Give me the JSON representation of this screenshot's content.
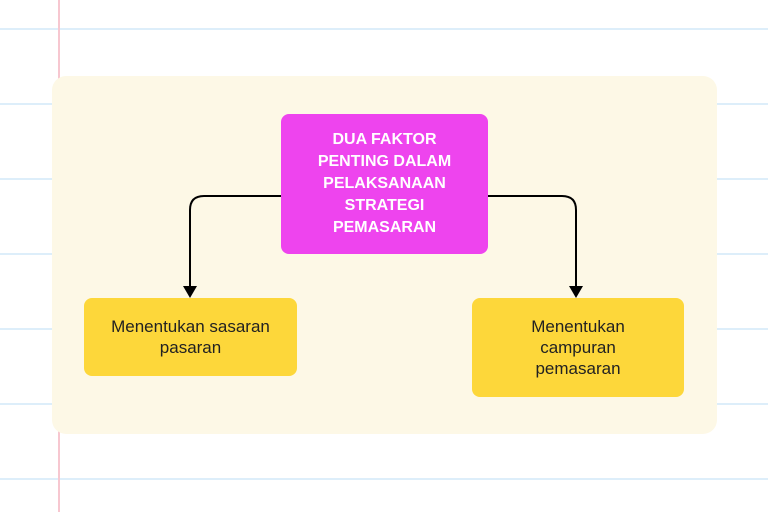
{
  "diagram": {
    "root": {
      "label": "DUA FAKTOR PENTING DALAM PELAKSANAAN STRATEGI PEMASARAN",
      "color": "#ee44ee"
    },
    "children": [
      {
        "label": "Menentukan sasaran pasaran",
        "color": "#fdd73a"
      },
      {
        "label": "Menentukan campuran pemasaran",
        "color": "#fdd73a"
      }
    ]
  },
  "colors": {
    "panel": "#fdf8e6",
    "arrow": "#000000"
  }
}
